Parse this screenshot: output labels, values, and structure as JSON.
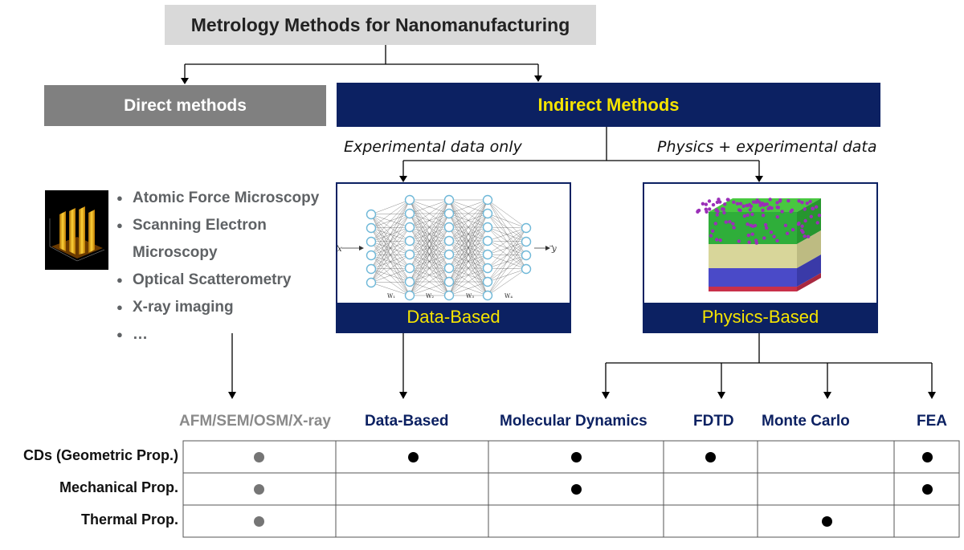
{
  "title": "Metrology Methods for Nanomanufacturing",
  "direct": {
    "label": "Direct methods"
  },
  "indirect": {
    "label": "Indirect Methods"
  },
  "branches": {
    "left": "Experimental data only",
    "right": "Physics + experimental data"
  },
  "panels": {
    "data_based": {
      "label": "Data-Based",
      "input_label": "⃗x",
      "output_label": "⃗y",
      "weights": [
        "W₁",
        "W₂",
        "W₃",
        "W₄"
      ]
    },
    "physics_based": {
      "label": "Physics-Based"
    }
  },
  "direct_methods": [
    "Atomic Force Microscopy",
    "Scanning Electron Microscopy",
    "Optical Scatterometry",
    "X-ray imaging",
    "…"
  ],
  "table": {
    "columns": [
      "AFM/SEM/OSM/X-ray",
      "Data-Based",
      "Molecular Dynamics",
      "FDTD",
      "Monte Carlo",
      "FEA"
    ],
    "rows": [
      {
        "label": "CDs (Geometric Prop.)",
        "marks": [
          true,
          true,
          true,
          true,
          false,
          true
        ]
      },
      {
        "label": "Mechanical Prop.",
        "marks": [
          true,
          false,
          true,
          false,
          false,
          true
        ]
      },
      {
        "label": "Thermal Prop.",
        "marks": [
          true,
          false,
          false,
          false,
          true,
          false
        ]
      }
    ]
  },
  "colors": {
    "navy": "#0c2162",
    "yellow": "#f5e400",
    "gray_box": "#808080",
    "title_bg": "#d9d9d9",
    "text_gray": "#5f6265"
  }
}
